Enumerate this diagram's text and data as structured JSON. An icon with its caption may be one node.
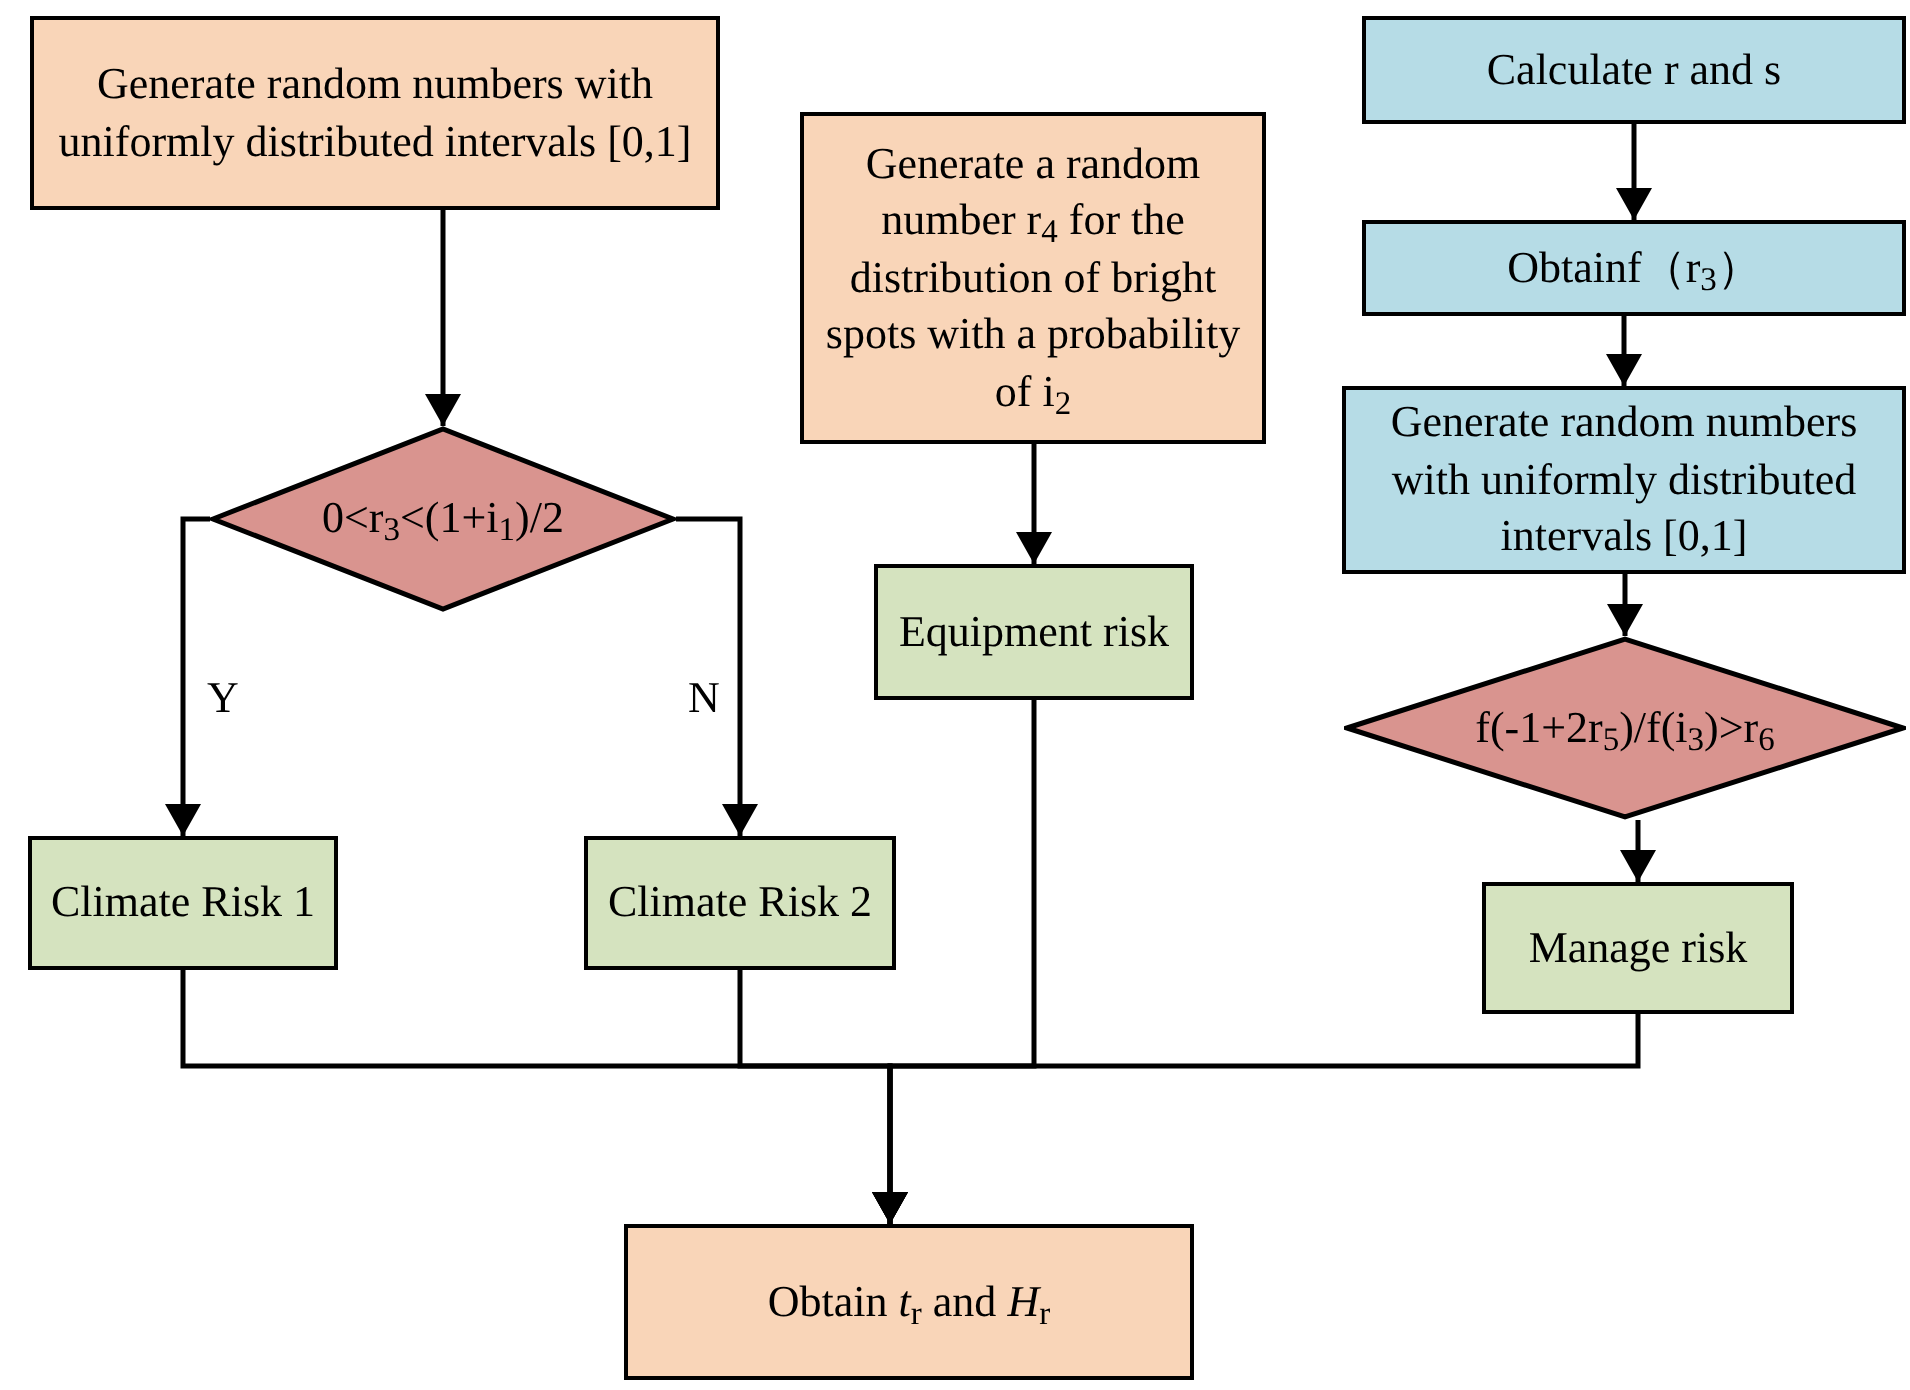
{
  "diagram": {
    "nodes": [
      {
        "text": [
          "Generate random numbers with uniformly distributed intervals [0,1]"
        ]
      },
      {
        "text": [
          "0<r$_{3}$<(1+i$_{1}$)/2"
        ]
      },
      {
        "text": [
          "Generate a random number r$_{4}$ for the distribution of bright spots with a probability of i$_{2}$"
        ]
      },
      {
        "text": [
          "Equipment risk"
        ]
      },
      {
        "text": [
          "Calculate r and s"
        ]
      },
      {
        "text": [
          "Obtainf（r$_{3}$）"
        ]
      },
      {
        "text": [
          "Generate random numbers with uniformly distributed intervals [0,1]"
        ]
      },
      {
        "text": [
          "f(-1+2r$_{5}$)/f(i$_{3}$)>r$_{6}$"
        ]
      },
      {
        "text": [
          "Climate Risk 1"
        ]
      },
      {
        "text": [
          "Climate Risk 2"
        ]
      },
      {
        "text": [
          "Manage risk"
        ]
      },
      {
        "text": [
          "Obtain *t*$_{r}$ and *H*$_{r}$"
        ]
      }
    ],
    "edges": [
      {
        "from": 0,
        "to": 1,
        "arrow": "to"
      },
      {
        "from": 1,
        "to": 8,
        "arrow": "to",
        "label": "Y"
      },
      {
        "from": 1,
        "to": 9,
        "arrow": "to",
        "label": "N"
      },
      {
        "from": 2,
        "to": 3,
        "arrow": "to"
      },
      {
        "from": 4,
        "to": 5,
        "arrow": "to"
      },
      {
        "from": 5,
        "to": 6,
        "arrow": "to"
      },
      {
        "from": 6,
        "to": 7,
        "arrow": "to"
      },
      {
        "from": 7,
        "to": 10,
        "arrow": "to"
      },
      {
        "from": 8,
        "to": 11,
        "arrow": "to"
      },
      {
        "from": 9,
        "to": 11,
        "arrow": "to"
      },
      {
        "from": 3,
        "to": 11,
        "arrow": "to"
      },
      {
        "from": 10,
        "to": 11,
        "arrow": "to"
      }
    ]
  }
}
